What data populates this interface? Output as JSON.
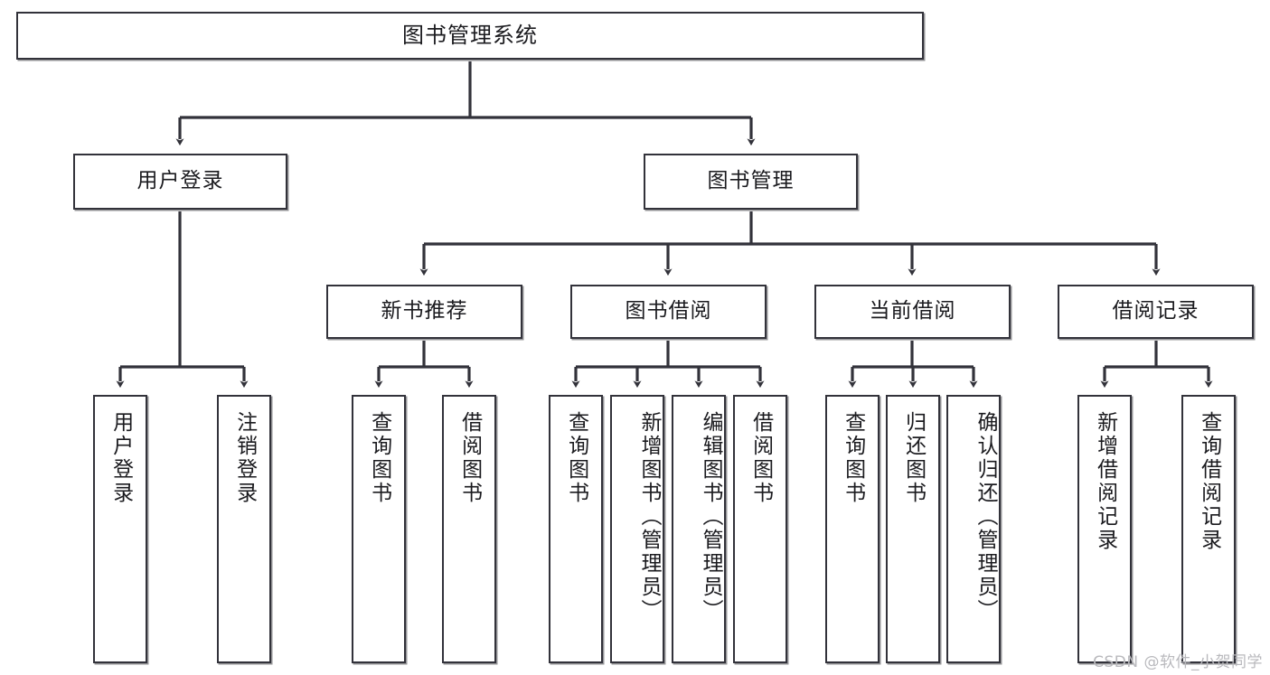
{
  "diagram": {
    "title": "图书管理系统",
    "type": "tree-hierarchy-diagram",
    "watermark": "CSDN @软件_小贺同学",
    "colors": {
      "node_border": "#32323a",
      "node_fill": "#ffffff",
      "edge": "#32323a",
      "text": "#1b1b1f",
      "watermark": "#b9b9bd",
      "background": "#ffffff"
    },
    "nodes": {
      "root": {
        "label": "图书管理系统"
      },
      "level2": [
        {
          "id": "user-login",
          "label": "用户登录"
        },
        {
          "id": "book-manage",
          "label": "图书管理"
        }
      ],
      "level3": [
        {
          "id": "new-book-recommend",
          "label": "新书推荐"
        },
        {
          "id": "book-borrow",
          "label": "图书借阅"
        },
        {
          "id": "current-borrow",
          "label": "当前借阅"
        },
        {
          "id": "borrow-record",
          "label": "借阅记录"
        }
      ],
      "leaves": {
        "user_login": [
          {
            "id": "leaf-user-login",
            "label": "用户登录"
          },
          {
            "id": "leaf-logout-login",
            "label": "注销登录"
          }
        ],
        "new_book_recommend": [
          {
            "id": "leaf-query-book-1",
            "label": "查询图书"
          },
          {
            "id": "leaf-borrow-book-1",
            "label": "借阅图书"
          }
        ],
        "book_borrow": [
          {
            "id": "leaf-query-book-2",
            "label": "查询图书"
          },
          {
            "id": "leaf-add-book",
            "label": "新增图书（管理员）"
          },
          {
            "id": "leaf-edit-book",
            "label": "编辑图书（管理员）"
          },
          {
            "id": "leaf-borrow-book-2",
            "label": "借阅图书"
          }
        ],
        "current_borrow": [
          {
            "id": "leaf-query-book-3",
            "label": "查询图书"
          },
          {
            "id": "leaf-return-book",
            "label": "归还图书"
          },
          {
            "id": "leaf-confirm-return",
            "label": "确认归还（管理员）"
          }
        ],
        "borrow_record": [
          {
            "id": "leaf-add-record",
            "label": "新增借阅记录"
          },
          {
            "id": "leaf-query-record",
            "label": "查询借阅记录"
          }
        ]
      }
    }
  }
}
